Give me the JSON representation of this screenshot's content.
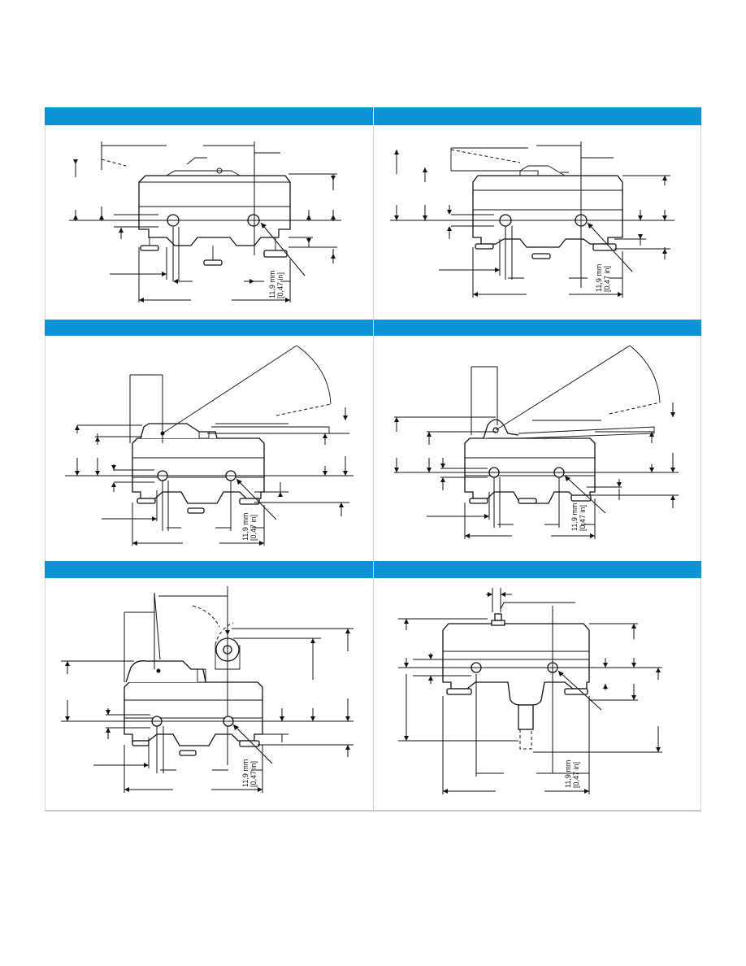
{
  "colors": {
    "header_bar": "#0b93d5",
    "line": "#111111",
    "frame": "#c8c8c8"
  },
  "dims": {
    "panel1": {
      "dim_mm": "11,9 mm",
      "dim_in": "[0,47 in]"
    },
    "panel2": {
      "dim_mm": "11,9 mm",
      "dim_in": "[0,47 in]"
    },
    "panel3": {
      "dim_mm": "11,9 mm",
      "dim_in": "[0,47 in]"
    },
    "panel4": {
      "dim_mm": "11,9 mm",
      "dim_in": "[0,47 in]"
    },
    "panel5": {
      "dim_mm": "11,9 mm",
      "dim_in": "[0,47 in]"
    },
    "panel6": {
      "dim_mm": "11,9 mm",
      "dim_in": "[0,47 in]"
    }
  }
}
